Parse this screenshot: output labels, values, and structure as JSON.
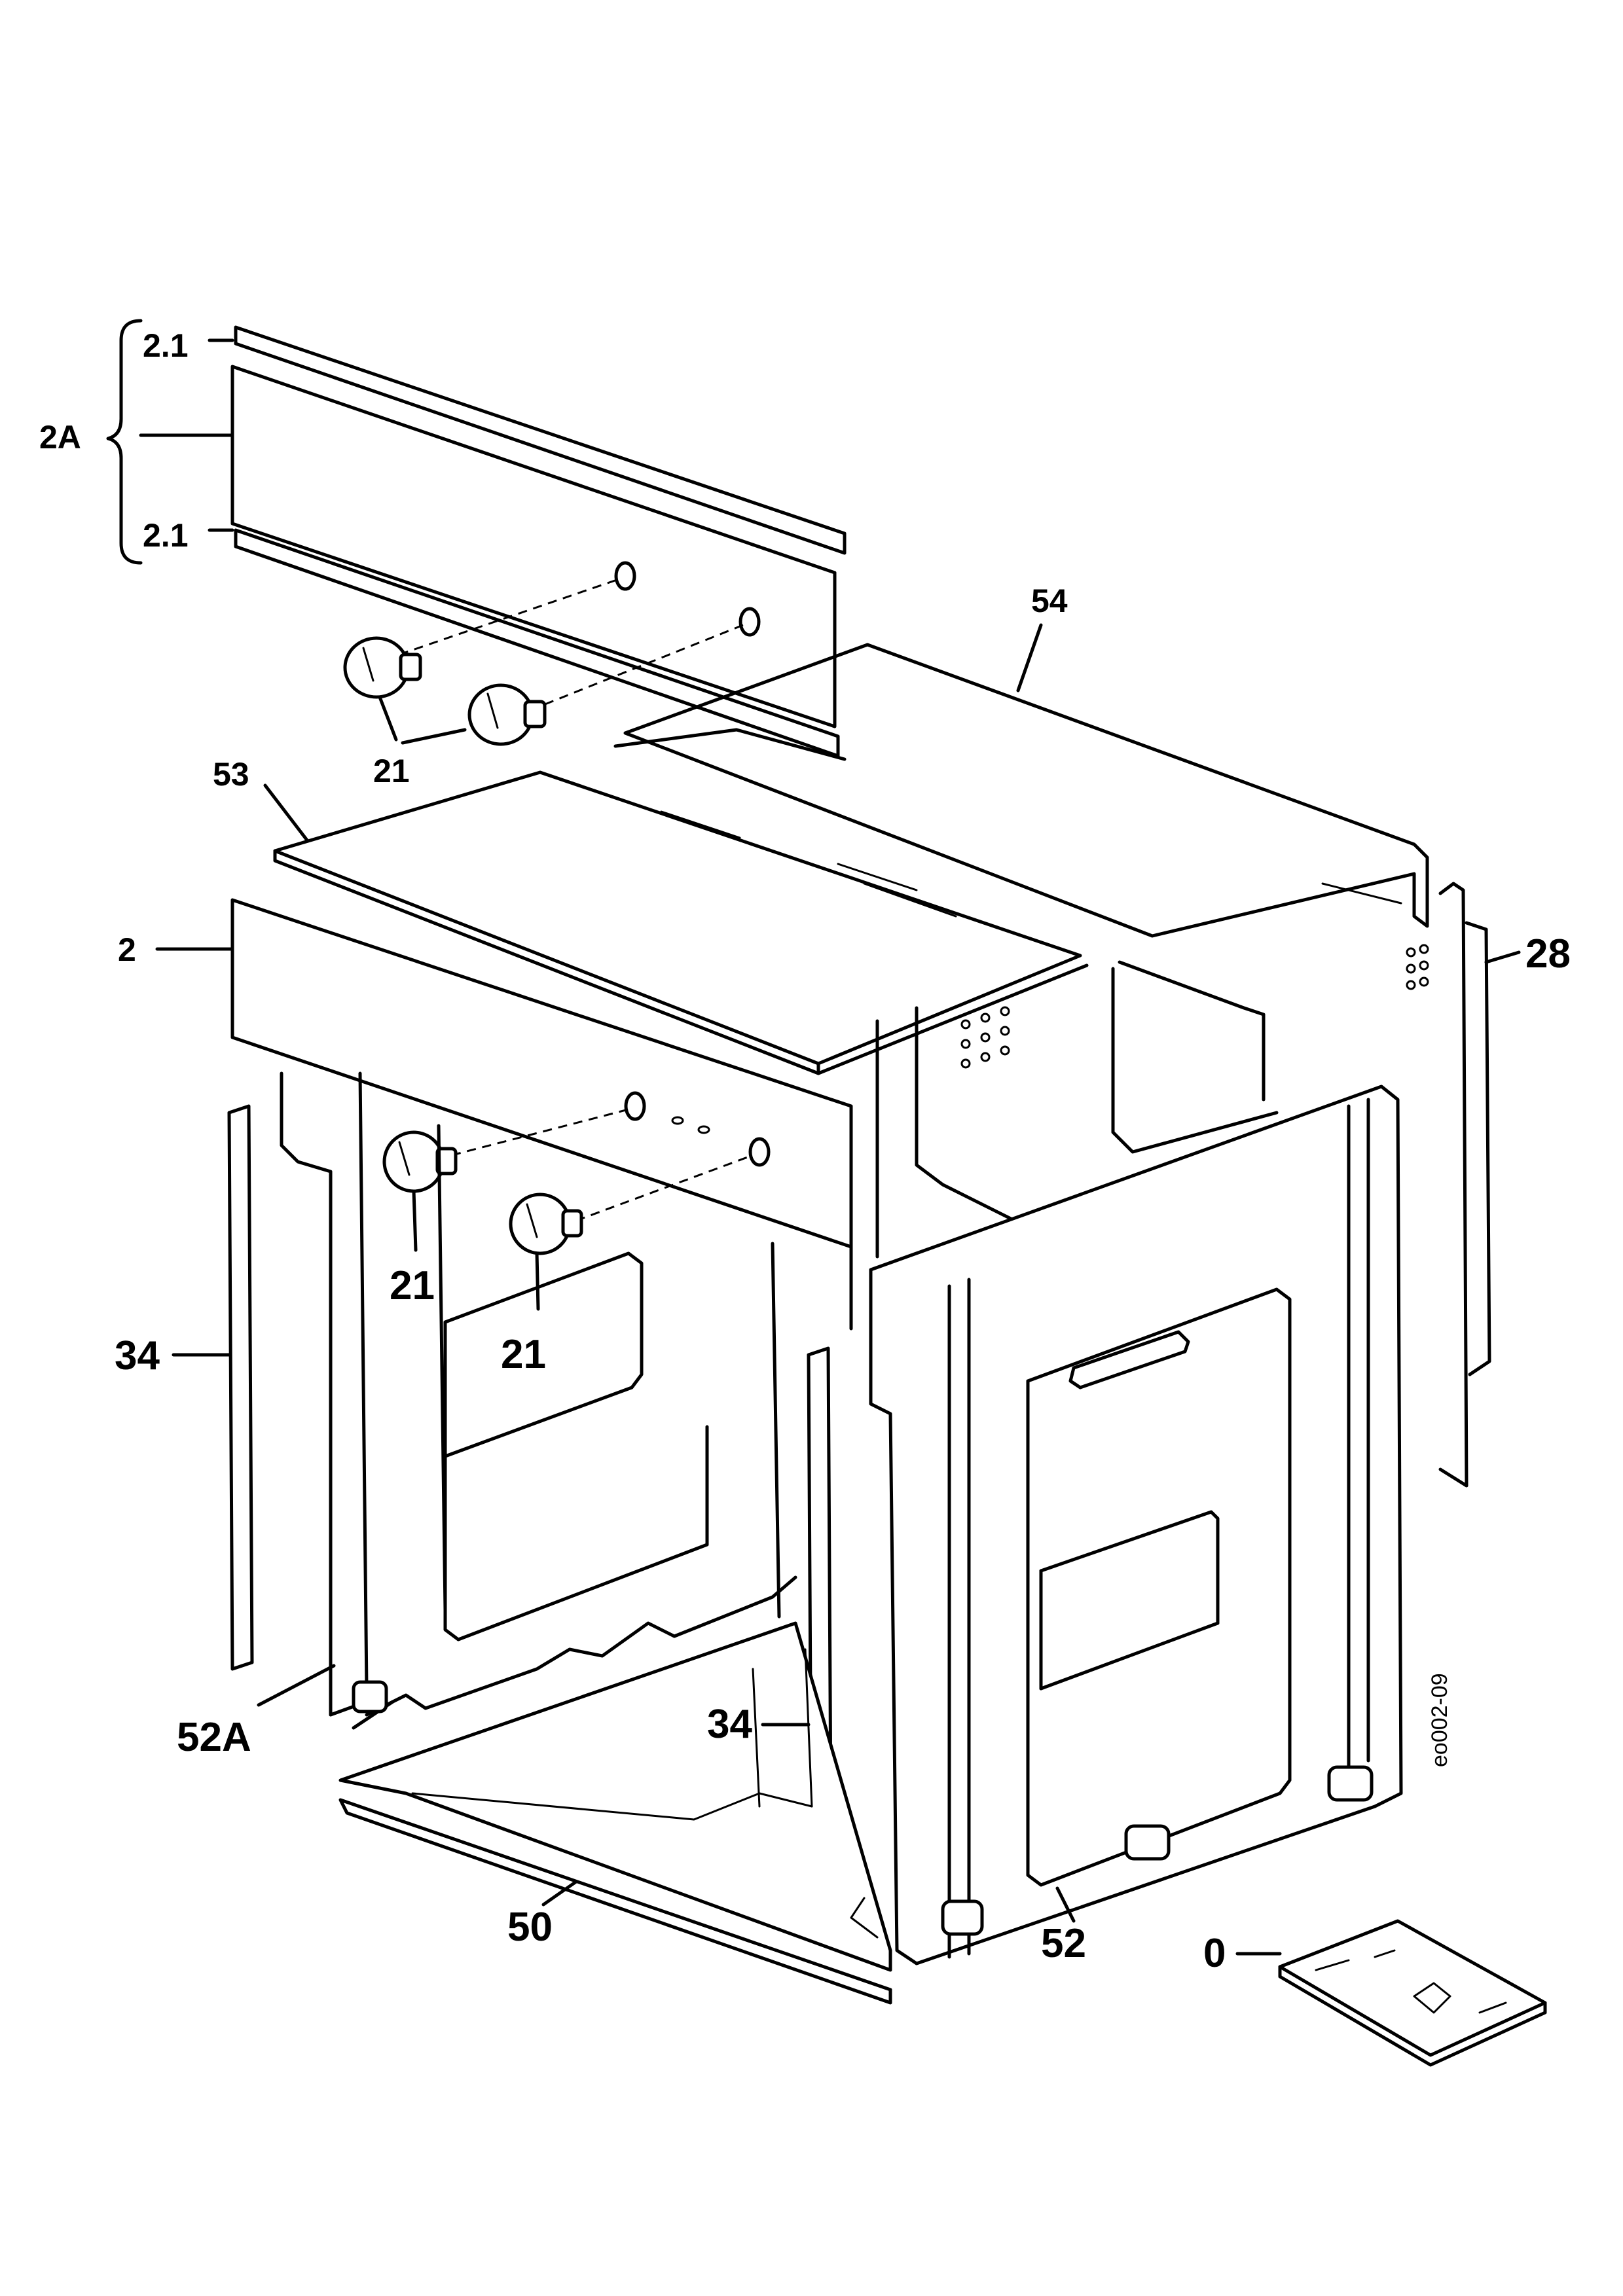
{
  "figure_code": "eo002-09",
  "callouts": {
    "c2_1_top": "2.1",
    "c2A": "2A",
    "c2_1_bottom": "2.1",
    "c54": "54",
    "c21_upper": "21",
    "c53": "53",
    "c2": "2",
    "c28": "28",
    "c21_left": "21",
    "c21_right": "21",
    "c34_left": "34",
    "c34_right": "34",
    "c52A": "52A",
    "c50": "50",
    "c52": "52",
    "c0": "0"
  }
}
